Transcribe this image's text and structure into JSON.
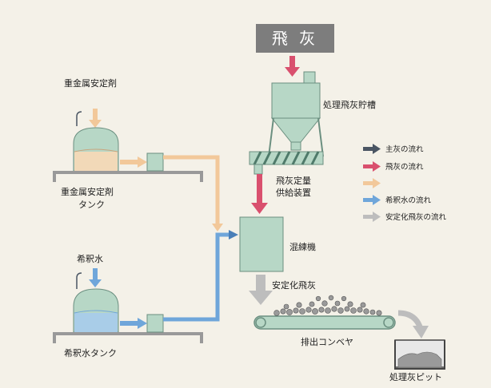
{
  "title_box": {
    "label": "飛 灰"
  },
  "equipment": {
    "fly_ash_silo": "処理飛灰貯槽",
    "feeder": [
      "飛灰定量",
      "供給装置"
    ],
    "mixer": "混練機",
    "stabilized_ash": "安定化飛灰",
    "conveyor": "排出コンベヤ",
    "pit": "処理灰ピット",
    "heavy_metal_agent": "重金属安定剤",
    "heavy_metal_tank": [
      "重金属安定剤",
      "タンク"
    ],
    "dilution_water": "希釈水",
    "dilution_tank": "希釈水タンク"
  },
  "legend": [
    {
      "label": "主灰の流れ",
      "color": "#4a5563"
    },
    {
      "label": "飛灰の流れ",
      "color": "#d9506e"
    },
    {
      "label": "",
      "color": "#f2c89a"
    },
    {
      "label": "希釈水の流れ",
      "color": "#6fa6da"
    },
    {
      "label": "安定化飛灰の流れ",
      "color": "#bdbdbd"
    }
  ],
  "colors": {
    "equipment_fill": "#b7d7c6",
    "equipment_stroke": "#6b8f80",
    "agent_liquid": "#f2d9b8",
    "water_liquid": "#a9cde8",
    "fly_ash_box": "#7d7d7d"
  }
}
